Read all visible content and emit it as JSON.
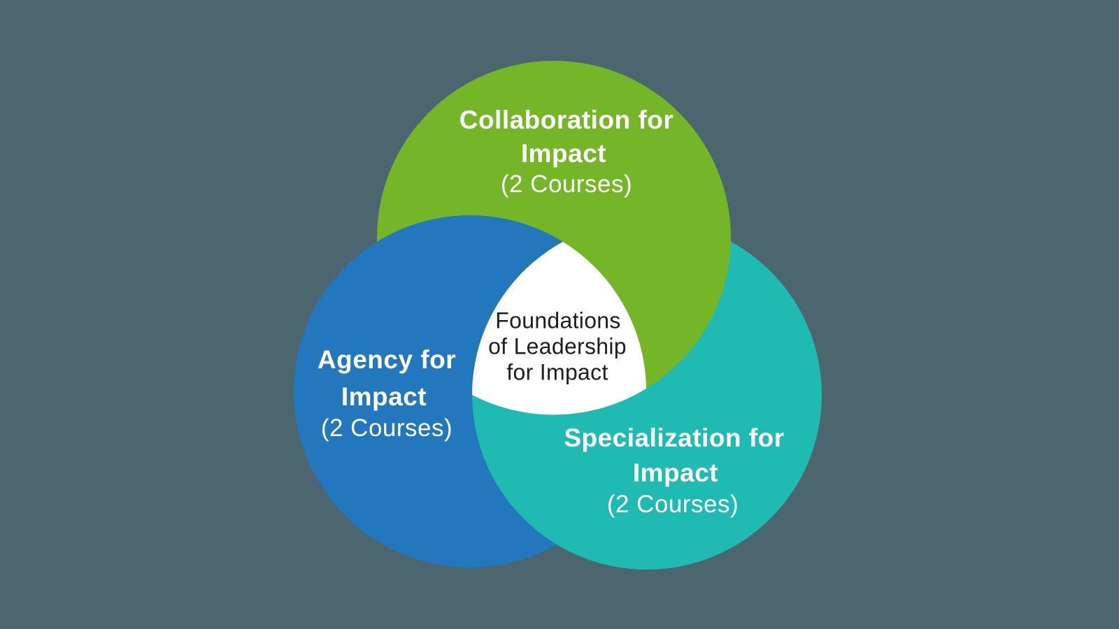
{
  "diagram": {
    "type": "venn-3-circles",
    "background_color": "#4c6670",
    "center": {
      "fill_color": "#ffffff",
      "text_color": "#1e1e1e",
      "lines": [
        "Foundations",
        "of Leadership",
        "for Impact"
      ]
    },
    "sets": [
      {
        "id": "collaboration",
        "label_line1": "Collaboration for",
        "label_line2": "Impact",
        "sub_label": "(2 Courses)",
        "color": "#74b627",
        "text_color": "#ffffff",
        "position": "top"
      },
      {
        "id": "agency",
        "label_line1": "Agency for",
        "label_line2": "Impact",
        "sub_label": "(2 Courses)",
        "color": "#2277bd",
        "text_color": "#ffffff",
        "position": "bottom-left"
      },
      {
        "id": "specialization",
        "label_line1": "Specialization for",
        "label_line2": "Impact",
        "sub_label": "(2 Courses)",
        "color": "#1fbbb2",
        "text_color": "#ffffff",
        "position": "bottom-right"
      }
    ]
  }
}
